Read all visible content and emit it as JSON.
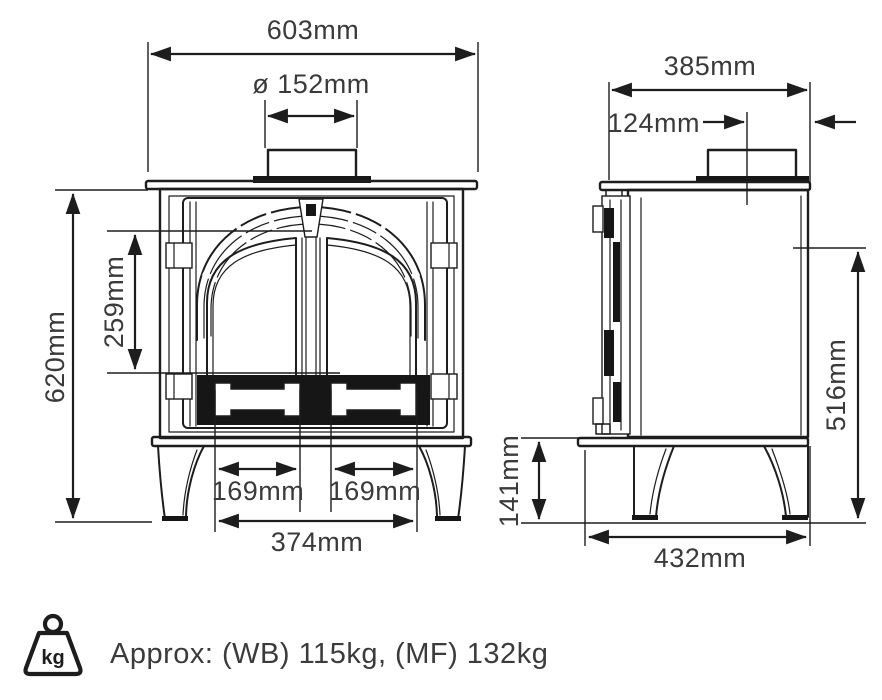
{
  "colors": {
    "line": "#1d1d1d",
    "label_text": "#3a3a3a",
    "background": "#ffffff"
  },
  "front_view": {
    "overall_width": "603mm",
    "flue_diameter": "ø 152mm",
    "overall_height": "620mm",
    "glass_height": "259mm",
    "left_door_width": "169mm",
    "right_door_width": "169mm",
    "doors_overall_width": "374mm"
  },
  "side_view": {
    "overall_depth": "385mm",
    "flue_centre_offset": "124mm",
    "body_height": "516mm",
    "leg_height": "141mm",
    "base_depth": "432mm"
  },
  "weight_note": {
    "icon": "kg-weight-icon",
    "icon_label": "kg",
    "text": "Approx: (WB) 115kg, (MF) 132kg"
  }
}
